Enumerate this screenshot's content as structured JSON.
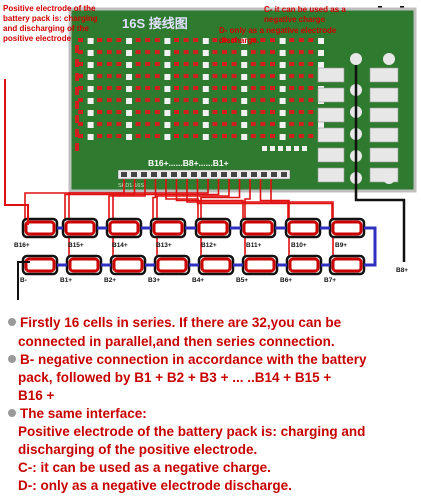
{
  "title": "16S 接线图",
  "annotations": {
    "positive": "Positive electrode of the battery pack is: charging and discharging of the positive electrode",
    "c_minus": "C- it can be used as a negative charge",
    "d_minus": "D- only as a negative electrode discharge."
  },
  "board": {
    "header_label": "B16+......B8+......B1+",
    "pcb_text": "SKD1-16S"
  },
  "top_row_labels": [
    "B16+",
    "B15+",
    "B14+",
    "B13+",
    "B12+",
    "B11+",
    "B10+",
    "B9+"
  ],
  "bottom_row_labels": [
    "B-",
    "B1+",
    "B2+",
    "B3+",
    "B4+",
    "B5+",
    "B6+",
    "B7+",
    "B8+"
  ],
  "bullets": [
    {
      "lines": [
        "Firstly 16 cells in series. If there are 32,you can be",
        "connected in parallel,and then series connection."
      ]
    },
    {
      "lines": [
        "B- negative connection in accordance with the battery",
        "pack, followed by B1 + B2 + B3 + ... ..B14 + B15 +",
        "B16 +"
      ]
    },
    {
      "lines": [
        "The same interface:",
        "Positive electrode of the battery pack is: charging and",
        "discharging of the positive electrode.",
        "C-: it can be used as a negative charge.",
        "D-: only as a negative electrode discharge."
      ]
    }
  ],
  "colors": {
    "annotation": "#d40000",
    "board": "#2f7f2f",
    "wire_red": "#e01010",
    "wire_blue": "#3030c0",
    "wire_black": "#111111"
  }
}
